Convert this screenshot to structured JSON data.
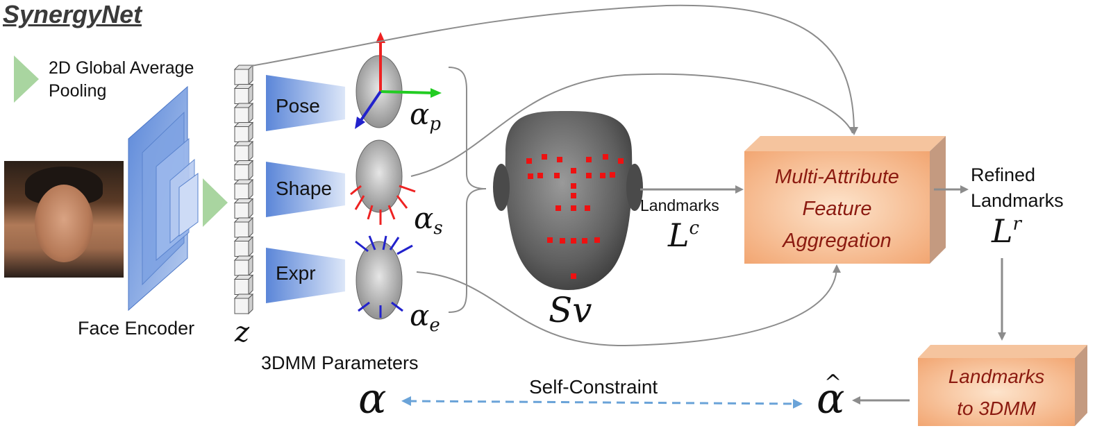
{
  "title": "SynergyNet",
  "legend": {
    "line1": "2D Global Average",
    "line2": "Pooling"
  },
  "encoder": {
    "caption": "Face Encoder"
  },
  "latent": {
    "label": "z"
  },
  "branches": [
    {
      "label": "Pose",
      "param_symbol": "α",
      "param_sub": "p"
    },
    {
      "label": "Shape",
      "param_symbol": "α",
      "param_sub": "s"
    },
    {
      "label": "Expr",
      "param_symbol": "α",
      "param_sub": "e"
    }
  ],
  "params_caption": "3DMM Parameters",
  "mesh_label": "Sv",
  "landmarks": {
    "label": "Landmarks",
    "symbol": "L",
    "sup": "c"
  },
  "mafa": {
    "line1": "Multi-Attribute",
    "line2": "Feature",
    "line3": "Aggregation"
  },
  "refined": {
    "line1": "Refined",
    "line2": "Landmarks",
    "symbol": "L",
    "sup": "r"
  },
  "l2m": {
    "line1": "Landmarks",
    "line2": "to 3DMM"
  },
  "constraint": {
    "label": "Self-Constraint",
    "alpha": "α",
    "alpha_hat": "α",
    "hat": "^"
  },
  "colors": {
    "blue_block": "#6f97de",
    "box_orange": "#f6b98c",
    "box_text": "#8b1a10",
    "pool": "#a9d5a0",
    "dash": "#6aa3d8",
    "arrow": "#8c8c8c"
  }
}
